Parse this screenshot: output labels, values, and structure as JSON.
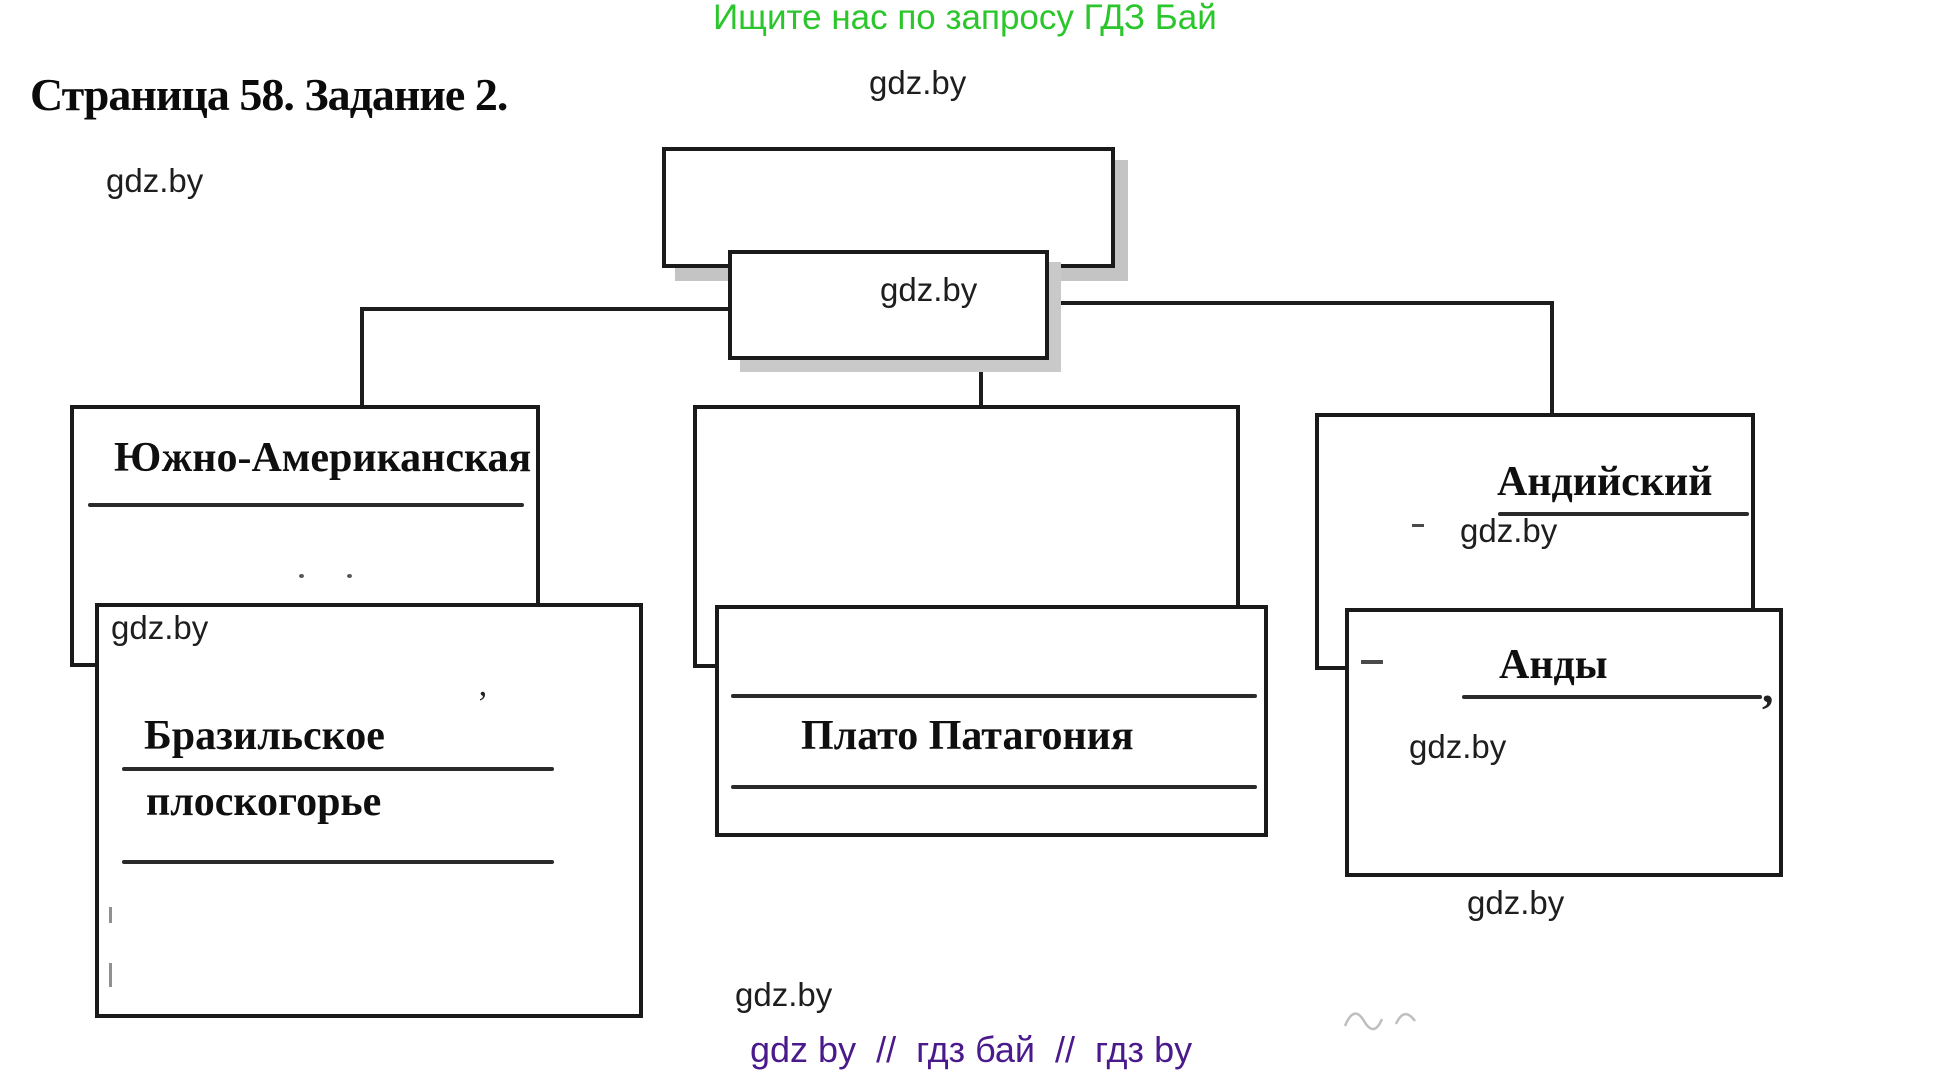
{
  "banner": {
    "text": "Ищите нас по запросу ГДЗ Бай",
    "color": "#2bc62b"
  },
  "title": "Страница 58. Задание 2.",
  "watermark": "gdz.by",
  "diagram": {
    "root_box_label": "",
    "boxes": {
      "left_parent": "Южно-Американская",
      "left_child_line1": "Бразильское",
      "left_child_line2": "плоскогорье",
      "middle_child": "Плато Патагония",
      "right_parent": "Андийский",
      "right_child": "Анды"
    }
  },
  "marks": {
    "apostrophe": "’",
    "comma": ","
  },
  "footer": {
    "text": "gdz by  //  гдз бай  //  гдз by",
    "color": "#4a1a8c"
  },
  "colors": {
    "ink": "#1a1a1a",
    "shadow": "#c4c4c4",
    "green": "#2bc62b",
    "purple": "#4a1a8c",
    "watermark": "#1e1e1e"
  }
}
